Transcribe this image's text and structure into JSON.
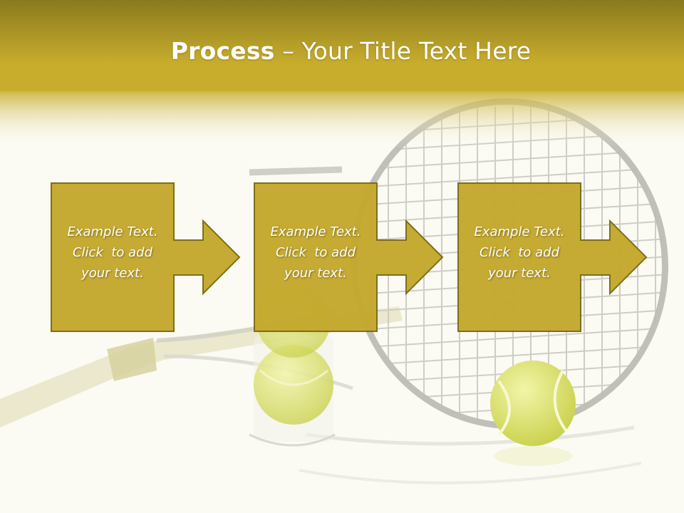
{
  "slide": {
    "title_bold": "Process",
    "title_rest": " – Your Title Text Here"
  },
  "steps": [
    {
      "line1": "Example Text.",
      "line2": "Click  to add",
      "line3": "your text."
    },
    {
      "line1": "Example Text.",
      "line2": "Click  to add",
      "line3": "your text."
    },
    {
      "line1": "Example Text.",
      "line2": "Click  to add",
      "line3": "your text."
    }
  ],
  "colors": {
    "header_dark": "#8a7a1f",
    "header_mid": "#c8ad2c",
    "box_fill": "#c4a92d",
    "box_border": "#7a6a16",
    "ball": "#d9e05a"
  }
}
